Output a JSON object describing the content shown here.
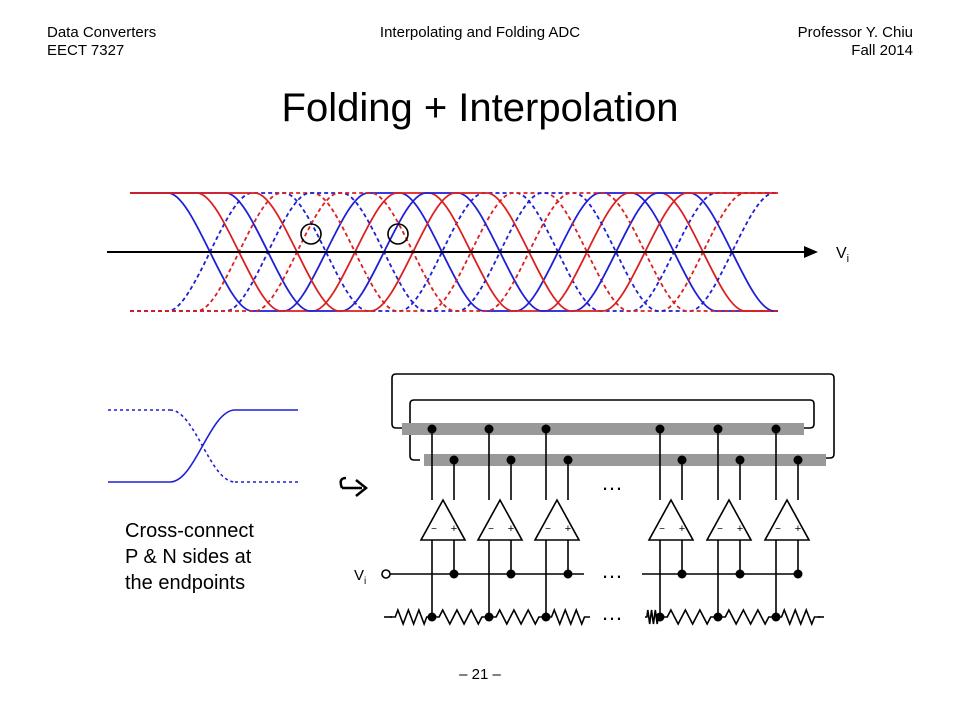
{
  "header": {
    "course": "Data Converters",
    "code": "EECT 7327",
    "topic": "Interpolating and Folding ADC",
    "professor": "Professor Y. Chiu",
    "term": "Fall 2014"
  },
  "title": "Folding + Interpolation",
  "top_diagram": {
    "axis_label": "V",
    "axis_subscript": "i",
    "colors": {
      "blue": "#1f1fd6",
      "red": "#dc1f1f"
    }
  },
  "arrow_icon": "hook-right-arrow",
  "caption": [
    "Cross-connect",
    "P & N sides at",
    "the endpoints"
  ],
  "circuit": {
    "input_label": "V",
    "input_subscript": "i",
    "ellipsis": "…",
    "amp_minus": "−",
    "amp_plus": "+"
  },
  "footer": {
    "page": "– 21 –"
  }
}
